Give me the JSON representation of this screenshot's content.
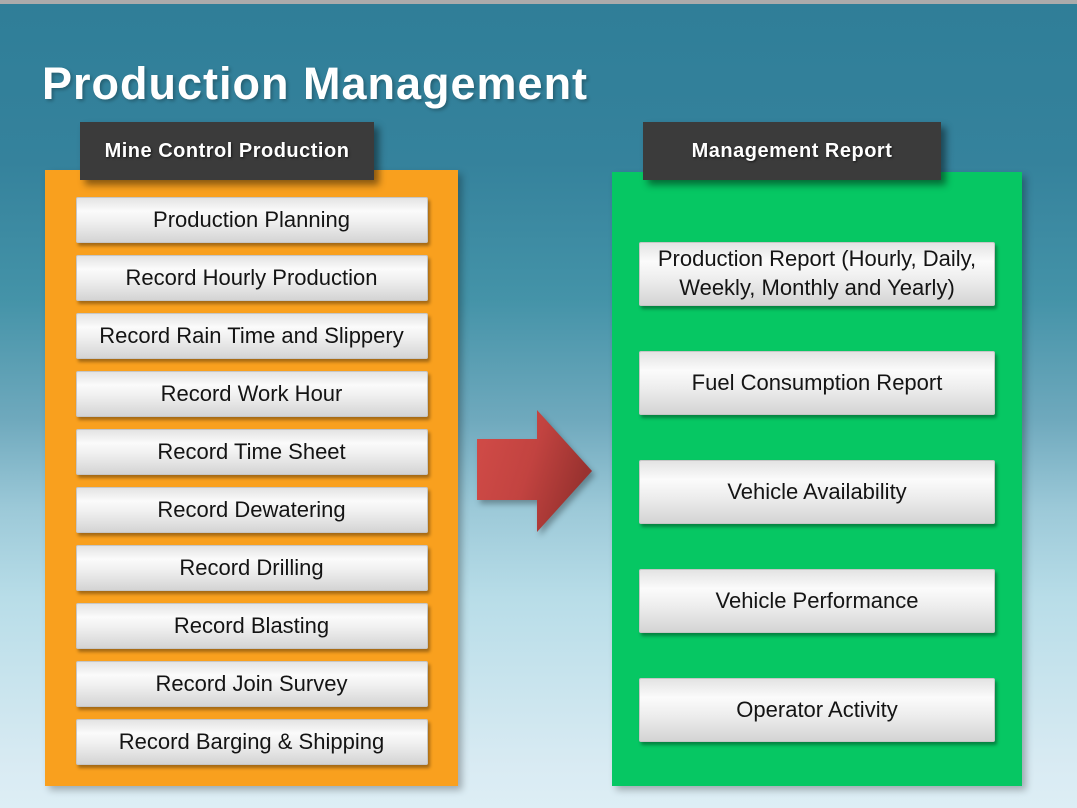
{
  "slide": {
    "title": "Production Management"
  },
  "colors": {
    "background_top": "#2F7E98",
    "background_bottom": "#DDEEF5",
    "left_panel_orange": "#F9A01E",
    "right_panel_green": "#06C763",
    "header_dark": "#3B3B3B",
    "arrow_red": "#C64440",
    "button_face": "#EFEFEF",
    "button_text": "#141414",
    "title_text": "#FFFFFF"
  },
  "left_column": {
    "header": "Mine Control Production",
    "items": [
      "Production Planning",
      "Record Hourly Production",
      "Record Rain Time and Slippery",
      "Record Work Hour",
      "Record Time Sheet",
      "Record Dewatering",
      "Record Drilling",
      "Record Blasting",
      "Record Join Survey",
      "Record Barging & Shipping"
    ]
  },
  "right_column": {
    "header": "Management Report",
    "items": [
      "Production Report (Hourly, Daily, Weekly, Monthly and Yearly)",
      "Fuel Consumption  Report",
      "Vehicle Availability",
      "Vehicle Performance",
      "Operator Activity"
    ]
  },
  "arrow": {
    "direction": "right"
  }
}
